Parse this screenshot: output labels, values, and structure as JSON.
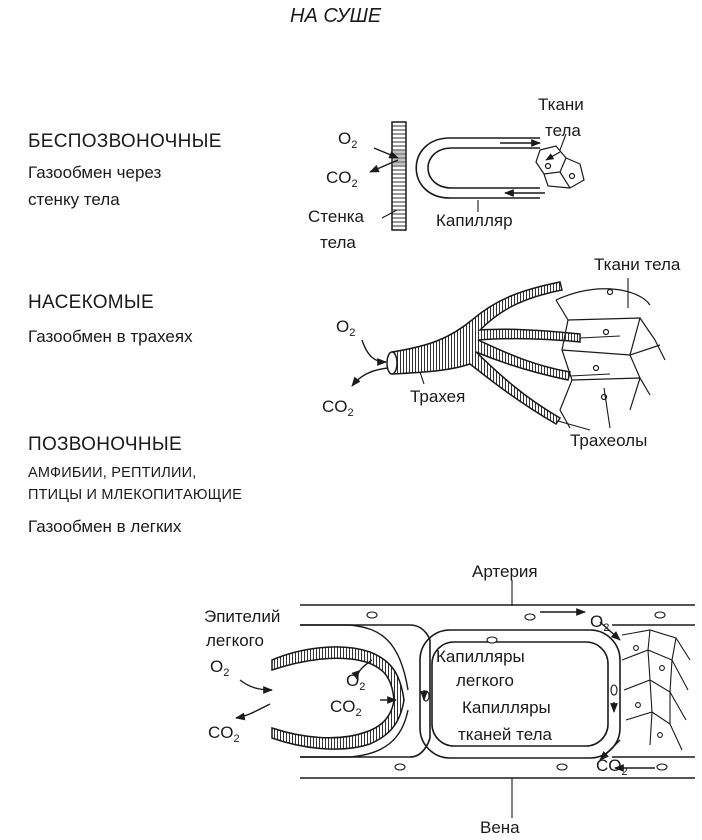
{
  "title": "НА СУШЕ",
  "invertebrates": {
    "heading": "БЕСПОЗВОНОЧНЫЕ",
    "desc_line1": "Газообмен через",
    "desc_line2": "стенку тела",
    "o2": "O",
    "co2": "CO",
    "sub2": "2",
    "tissues_line1": "Ткани",
    "tissues_line2": "тела",
    "wall_line1": "Стенка",
    "wall_line2": "тела",
    "capillary": "Капилляр"
  },
  "insects": {
    "heading": "НАСЕКОМЫЕ",
    "desc": "Газообмен в трахеях",
    "tissues": "Ткани тела",
    "o2": "O",
    "co2": "CO",
    "sub2": "2",
    "trachea": "Трахея",
    "tracheoles": "Трахеолы"
  },
  "vertebrates": {
    "heading": "ПОЗВОНОЧНЫЕ",
    "classes_line1": "АМФИБИИ, РЕПТИЛИИ,",
    "classes_line2": "ПТИЦЫ И МЛЕКОПИТАЮЩИЕ",
    "desc": "Газообмен в легких",
    "artery": "Артерия",
    "vein": "Вена",
    "epithelium_line1": "Эпителий",
    "epithelium_line2": "легкого",
    "lung_caps_line1": "Капилляры",
    "lung_caps_line2": "легкого",
    "tissue_caps_line1": "Капилляры",
    "tissue_caps_line2": "тканей тела",
    "o2": "O",
    "co2": "CO",
    "sub2": "2"
  }
}
